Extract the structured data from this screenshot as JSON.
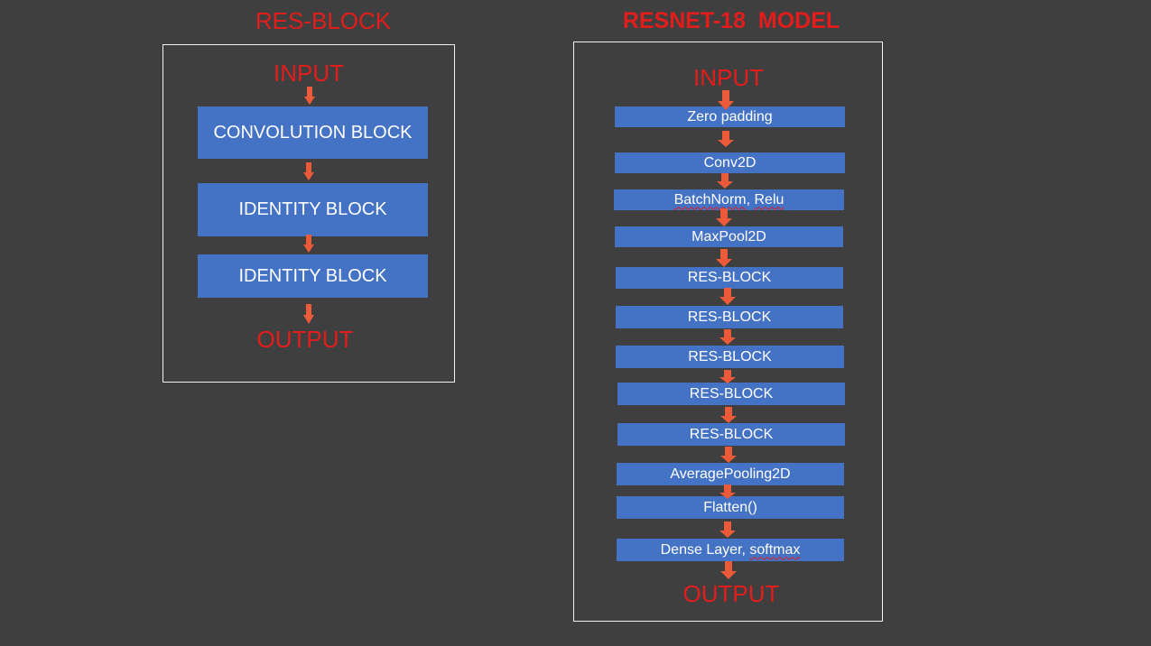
{
  "res_block_diagram": {
    "title": "RES-BLOCK",
    "input_label": "INPUT",
    "output_label": "OUTPUT",
    "blocks": [
      "CONVOLUTION BLOCK",
      "IDENTITY BLOCK",
      "IDENTITY BLOCK"
    ]
  },
  "resnet_diagram": {
    "title": "RESNET-18  MODEL",
    "input_label": "INPUT",
    "output_label": "OUTPUT",
    "layers": [
      {
        "main": "Zero padding"
      },
      {
        "main": "Conv2D"
      },
      {
        "main": "BatchNorm",
        "sep": ", ",
        "underlined": "Relu"
      },
      {
        "main": "MaxPool2D"
      },
      {
        "main": "RES-BLOCK"
      },
      {
        "main": "RES-BLOCK"
      },
      {
        "main": "RES-BLOCK"
      },
      {
        "main": "RES-BLOCK"
      },
      {
        "main": "RES-BLOCK"
      },
      {
        "main": "AveragePooling2D"
      },
      {
        "main": "Flatten()"
      },
      {
        "main": "Dense Layer",
        "sep": ", ",
        "underlined": "softmax"
      }
    ]
  },
  "colors": {
    "background": "#3f3f3f",
    "title_red": "#e31c1c",
    "block_blue": "#4472c4",
    "arrow_orange": "#ed5a3a",
    "panel_border": "#f2f2f2"
  }
}
